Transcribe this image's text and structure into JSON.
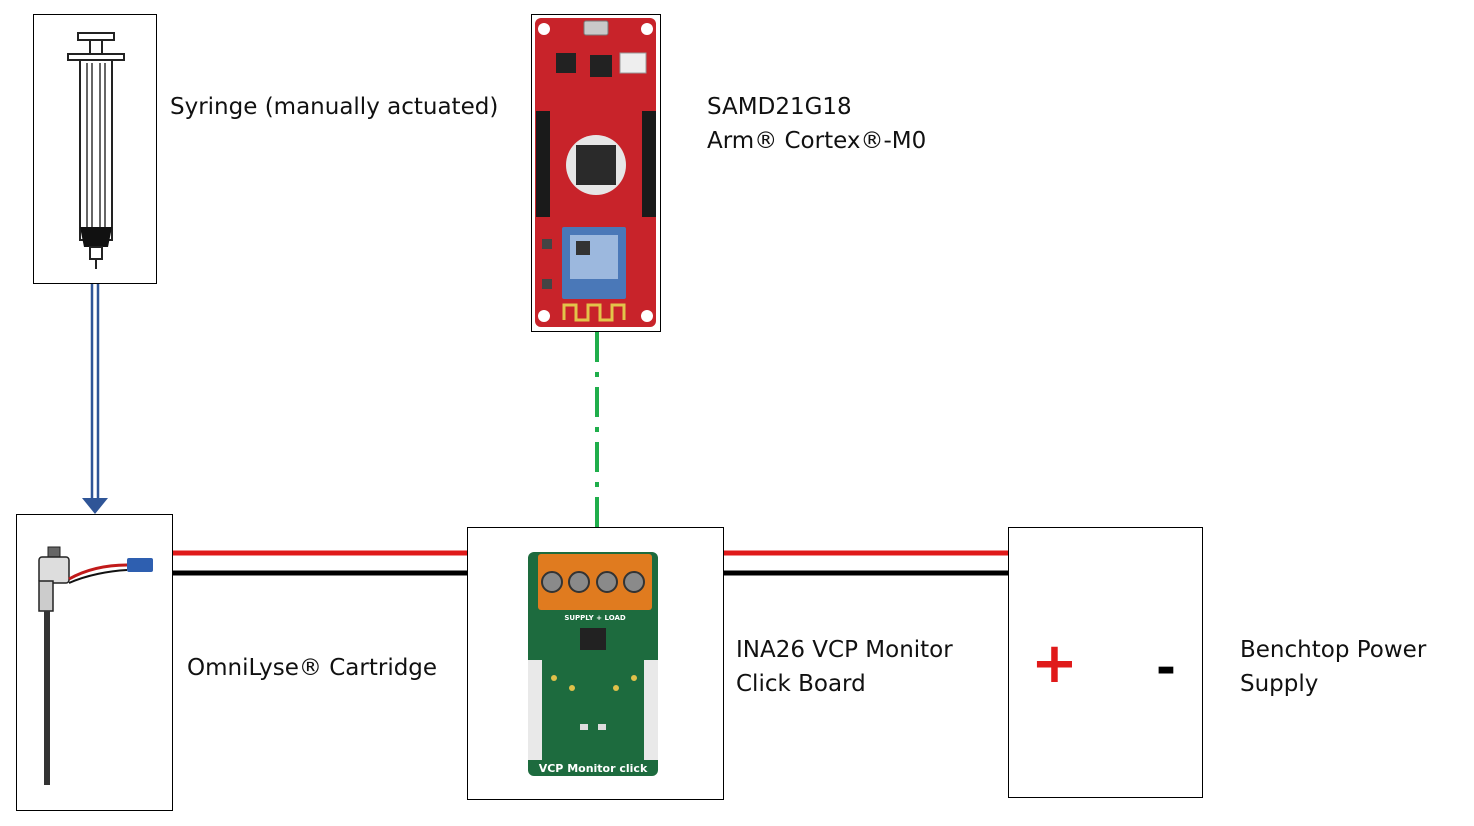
{
  "labels": {
    "syringe": "Syringe (manually actuated)",
    "mcu_line1": "SAMD21G18",
    "mcu_line2": "Arm® Cortex®-M0",
    "cartridge": "OmniLyse® Cartridge",
    "monitor_line1": "INA26 VCP Monitor",
    "monitor_line2": "Click Board",
    "psu_line1": "Benchtop Power",
    "psu_line2": "Supply"
  },
  "board_text": {
    "terminal": "SUPPLY + LOAD",
    "bottom": "VCP Monitor click"
  },
  "psu": {
    "plus": "+",
    "minus": "-"
  },
  "colors": {
    "positive_wire": "#e01a1a",
    "negative_wire": "#000000",
    "data_link": "#1fae4b",
    "mechanical_link": "#2f5597",
    "mcu_board": "#c8232a",
    "click_board": "#1d6b3e",
    "terminal_block": "#e07b1f"
  }
}
